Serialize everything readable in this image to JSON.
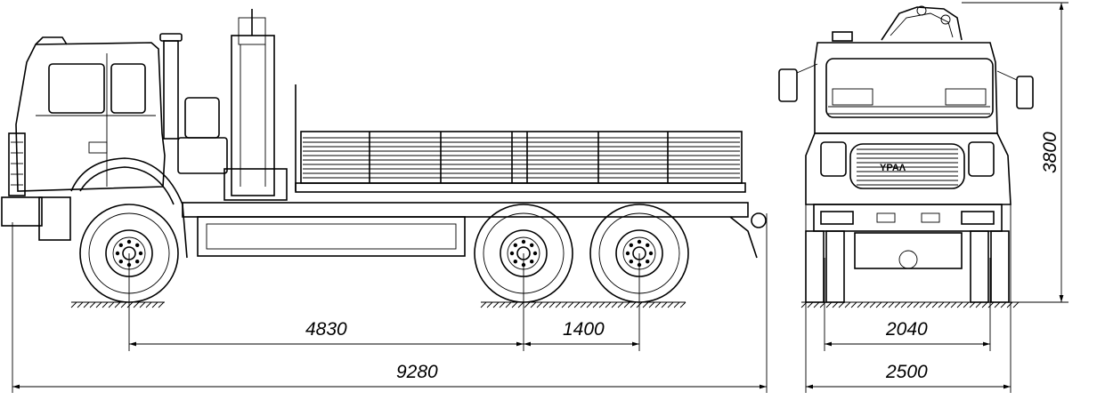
{
  "dimensions": {
    "wheelbase_front": "4830",
    "wheelbase_rear": "1400",
    "overall_length": "9280",
    "track_width": "2040",
    "overall_width": "2500",
    "overall_height": "3800"
  }
}
